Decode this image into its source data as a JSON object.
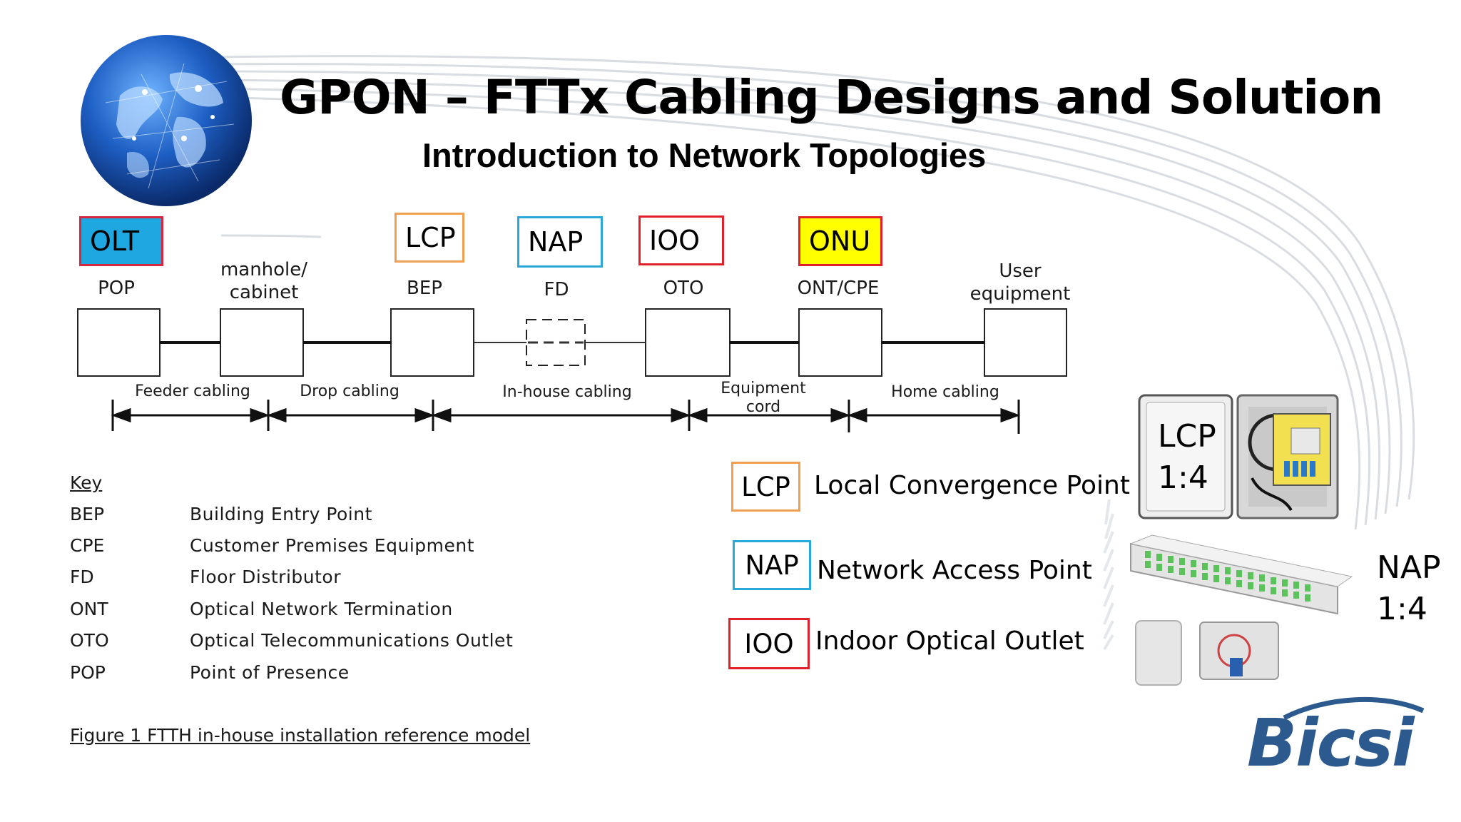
{
  "title": "GPON – FTTx  Cabling Designs and Solution",
  "subtitle": "Introduction to Network  Topologies",
  "colors": {
    "olt_fill": "#1ea7e0",
    "olt_border": "#d7263d",
    "lcp_border": "#f0a050",
    "nap_border": "#2aa8d8",
    "ioo_border": "#e0202a",
    "onu_fill": "#ffff00",
    "onu_border": "#e0202a",
    "brand": "#2d5a8e"
  },
  "top_tags": {
    "olt": "OLT",
    "lcp": "LCP",
    "nap": "NAP",
    "ioo": "IOO",
    "onu": "ONU"
  },
  "nodes": {
    "pop": "POP",
    "manhole_line1": "manhole/",
    "manhole_line2": "cabinet",
    "bep": "BEP",
    "fd": "FD",
    "oto": "OTO",
    "ont": "ONT/CPE",
    "user_line1": "User",
    "user_line2": "equipment"
  },
  "segments": {
    "feeder": "Feeder cabling",
    "drop": "Drop cabling",
    "inhouse": "In-house cabling",
    "equipment_line1": "Equipment",
    "equipment_line2": "cord",
    "home": "Home cabling"
  },
  "key": {
    "heading": "Key",
    "items": [
      {
        "abbr": "BEP",
        "def": "Building Entry Point"
      },
      {
        "abbr": "CPE",
        "def": "Customer Premises Equipment"
      },
      {
        "abbr": "FD",
        "def": "Floor Distributor"
      },
      {
        "abbr": "ONT",
        "def": "Optical Network Termination"
      },
      {
        "abbr": "OTO",
        "def": "Optical Telecommunications Outlet"
      },
      {
        "abbr": "POP",
        "def": "Point of Presence"
      }
    ]
  },
  "figure_caption": "Figure 1 FTTH in-house installation reference model",
  "legend": {
    "lcp_tag": "LCP",
    "lcp_text": "Local Convergence Point",
    "nap_tag": "NAP",
    "nap_text": "Network Access Point",
    "ioo_tag": "IOO",
    "ioo_text": "Indoor Optical Outlet"
  },
  "photo_labels": {
    "lcp_line1": "LCP",
    "lcp_line2": "1:4",
    "nap_line1": "NAP",
    "nap_line2": "1:4"
  },
  "logo_text": "Bicsi"
}
